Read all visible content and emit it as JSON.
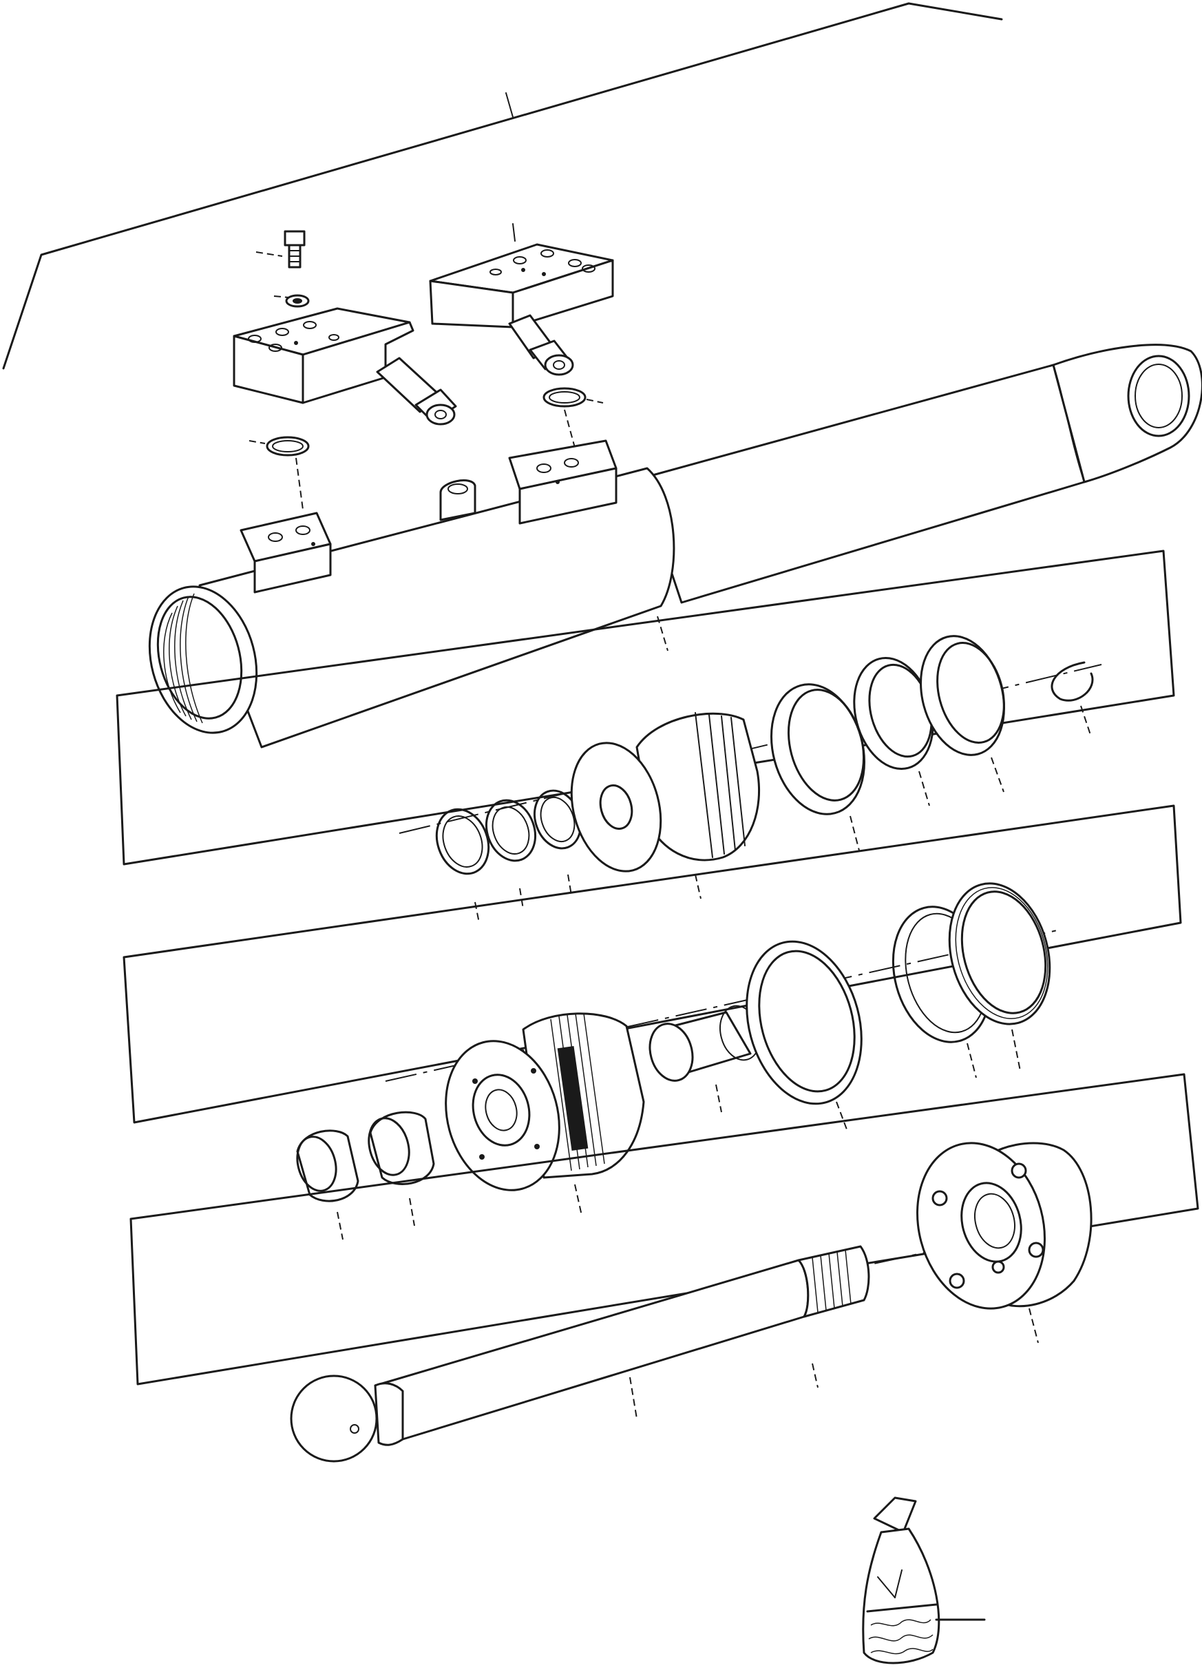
{
  "diagram": {
    "type": "exploded-parts-view",
    "subject": "hydraulic-cylinder",
    "parts": [
      {
        "name": "cylinder-barrel-with-eye"
      },
      {
        "name": "upper-valve-block"
      },
      {
        "name": "lower-valve-block"
      },
      {
        "name": "valve-cartridge-left"
      },
      {
        "name": "valve-cartridge-right"
      },
      {
        "name": "plug-screw"
      },
      {
        "name": "small-washer"
      },
      {
        "name": "o-ring-block-left"
      },
      {
        "name": "o-ring-block-right"
      },
      {
        "name": "piston"
      },
      {
        "name": "piston-o-ring-1"
      },
      {
        "name": "piston-o-ring-2"
      },
      {
        "name": "piston-o-ring-3"
      },
      {
        "name": "piston-guide-ring"
      },
      {
        "name": "piston-seal-ring-1"
      },
      {
        "name": "piston-seal-ring-2"
      },
      {
        "name": "snap-ring"
      },
      {
        "name": "cylinder-head"
      },
      {
        "name": "bushing"
      },
      {
        "name": "large-seal-ring"
      },
      {
        "name": "seal-ring-a"
      },
      {
        "name": "seal-ring-b"
      },
      {
        "name": "wiper-ring"
      },
      {
        "name": "guide-bushing"
      },
      {
        "name": "flange-end-cap"
      },
      {
        "name": "piston-rod"
      },
      {
        "name": "seal-kit-bag"
      }
    ]
  }
}
